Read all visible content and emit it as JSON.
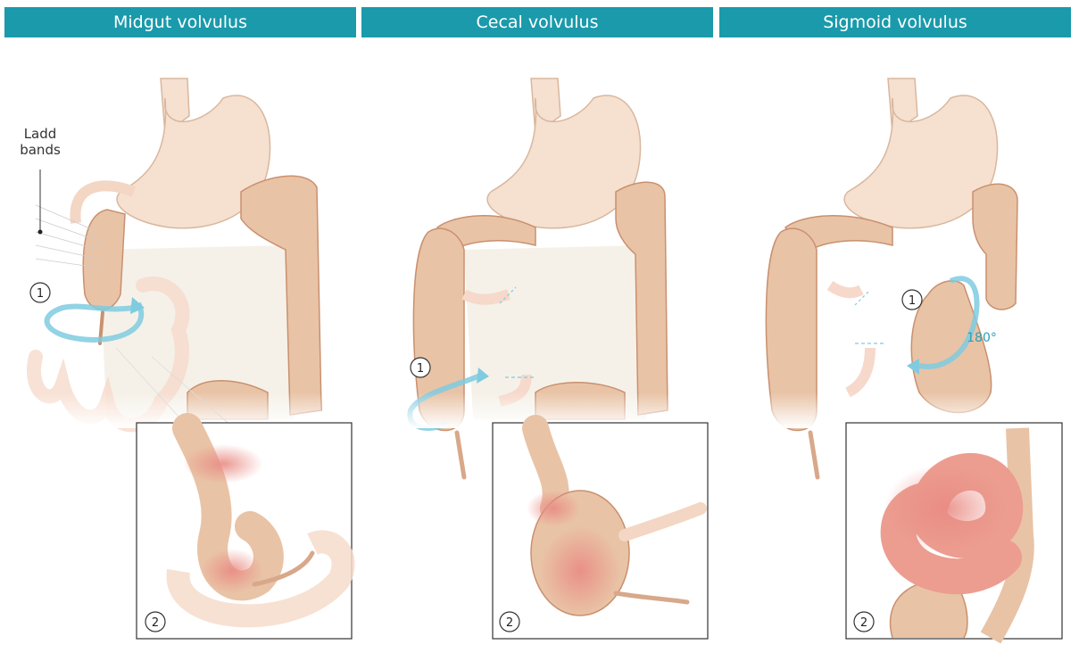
{
  "panels": [
    {
      "title": "Midgut volvulus"
    },
    {
      "title": "Cecal volvulus"
    },
    {
      "title": "Sigmoid volvulus"
    }
  ],
  "labels": {
    "ladd_line1": "Ladd",
    "ladd_line2": "bands",
    "step1": "1",
    "step2": "2",
    "rotation": "180°"
  },
  "colors": {
    "header": "#1a9aab",
    "colon": "#e9c3a6",
    "colon_outline": "#c9906f",
    "stomach": "#f6e0d0",
    "rotation_arrow": "#7fcbe0",
    "ischemia": "#e98b83"
  }
}
